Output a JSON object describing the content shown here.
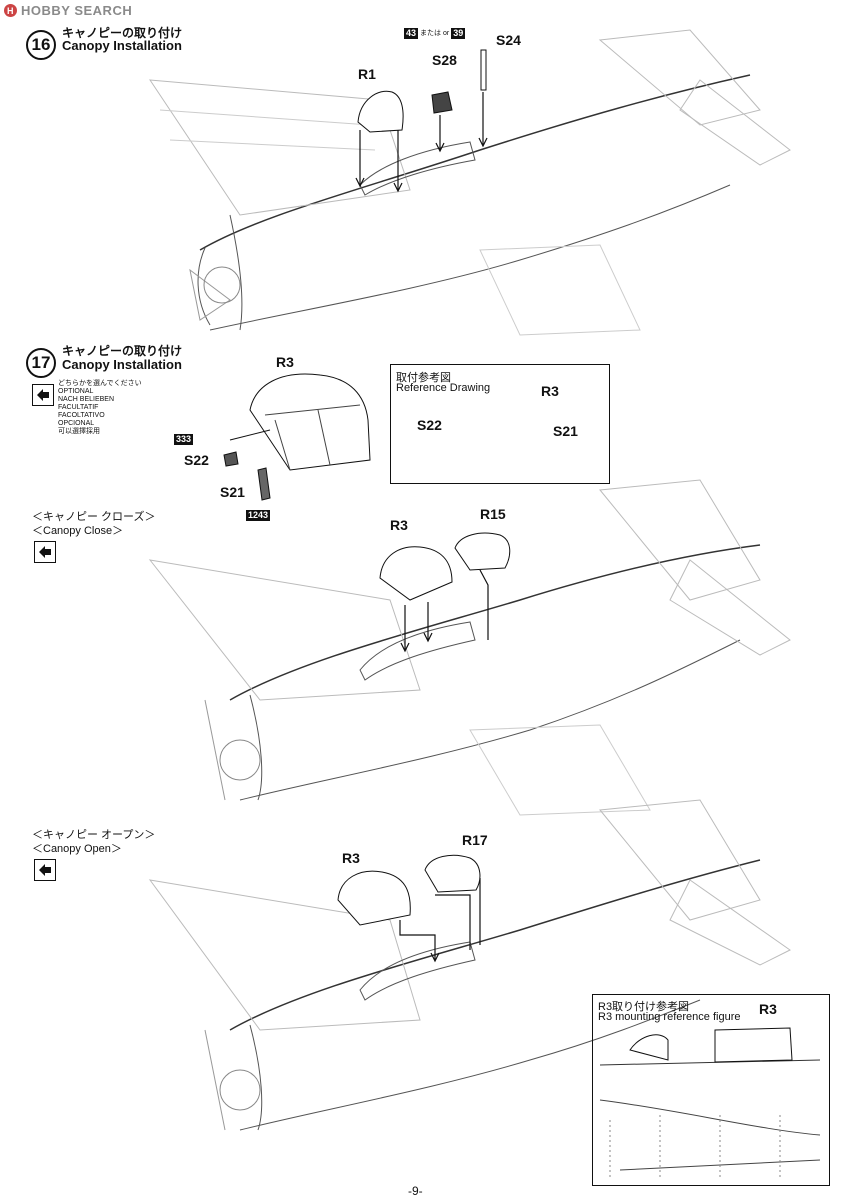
{
  "watermark": {
    "text": "HOBBY SEARCH"
  },
  "step16": {
    "number": "16",
    "title_jp": "キャノピーの取り付け",
    "title_en": "Canopy Installation",
    "parts": {
      "r1": "R1",
      "s28": "S28",
      "s24": "S24"
    },
    "choice": {
      "a": "43",
      "or": "または or",
      "b": "39"
    }
  },
  "step17": {
    "number": "17",
    "title_jp": "キャノピーの取り付け",
    "title_en": "Canopy Installation",
    "optional_text": [
      "どちらかを選んでください",
      "OPTIONAL",
      "NACH BELIEBEN",
      "FACULTATIF",
      "FACOLTATIVO",
      "OPCIONAL",
      "可以選擇採用"
    ],
    "parts": {
      "r3": "R3",
      "s22": "S22",
      "s21": "S21",
      "p333": "333",
      "p1243": "1243"
    },
    "reference": {
      "title_jp": "取付参考図",
      "title_en": "Reference Drawing",
      "r3": "R3",
      "s22": "S22",
      "s21": "S21"
    },
    "closed": {
      "label_jp": "＜キャノピー クローズ＞",
      "label_en": "＜Canopy Close＞",
      "r3": "R3",
      "r15": "R15"
    },
    "open": {
      "label_jp": "＜キャノピー オープン＞",
      "label_en": "＜Canopy Open＞",
      "r3": "R3",
      "r17": "R17"
    },
    "r3_ref": {
      "title_jp": "R3取り付け参考図",
      "title_en": "R3 mounting reference figure",
      "r3": "R3"
    }
  },
  "footer": {
    "page": "-9-"
  }
}
